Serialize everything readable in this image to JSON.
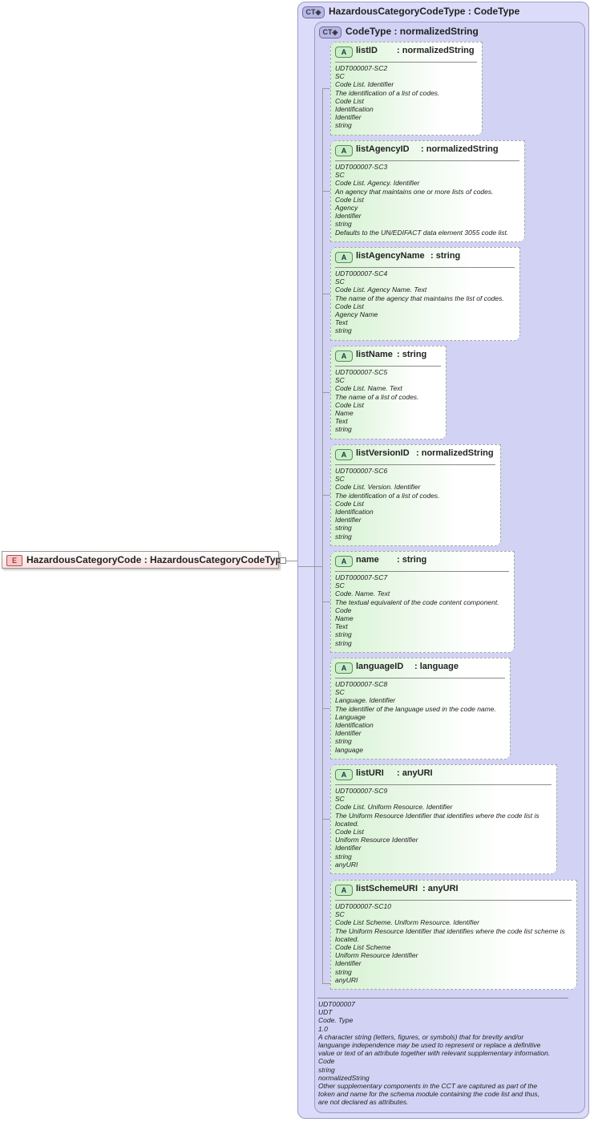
{
  "element": {
    "badge": "E",
    "name": "HazardousCategoryCode",
    "sep": " : ",
    "type": "HazardousCategoryCodeType"
  },
  "complex_type": {
    "badge": "CT",
    "name": "HazardousCategoryCodeType",
    "sep": " : ",
    "base": "CodeType"
  },
  "inner_type": {
    "badge": "CT",
    "name": "CodeType",
    "sep": " : ",
    "base": "normalizedString",
    "doc": [
      "UDT000007",
      "UDT",
      "Code. Type",
      "1.0",
      "A character string (letters, figures, or symbols) that for brevity and/or",
      "languange independence may be used to represent or replace a definitive",
      "value or text of an attribute together with relevant supplementary information.",
      "Code",
      "string",
      "normalizedString",
      "Other supplementary components in the CCT are captured as part of the",
      "token and name for the schema module containing the code list and thus,",
      "are not declared as attributes."
    ]
  },
  "attributes": [
    {
      "badge": "A",
      "name": "listID",
      "type": ": normalizedString",
      "doc": [
        "UDT000007-SC2",
        "SC",
        "Code List. Identifier",
        "The identification of a list of codes.",
        "Code List",
        "Identification",
        "Identifier",
        "string"
      ]
    },
    {
      "badge": "A",
      "name": "listAgencyID",
      "type": ": normalizedString",
      "doc": [
        "UDT000007-SC3",
        "SC",
        "Code List. Agency. Identifier",
        "An agency that maintains one or more lists of codes.",
        "Code List",
        "Agency",
        "Identifier",
        "string",
        "Defaults to the UN/EDIFACT data element 3055 code list."
      ]
    },
    {
      "badge": "A",
      "name": "listAgencyName",
      "type": ": string",
      "doc": [
        "UDT000007-SC4",
        "SC",
        "Code List. Agency Name. Text",
        "The name of the agency that maintains the list of codes.",
        "Code List",
        "Agency Name",
        "Text",
        "string"
      ]
    },
    {
      "badge": "A",
      "name": "listName",
      "type": ": string",
      "doc": [
        "UDT000007-SC5",
        "SC",
        "Code List. Name. Text",
        "The name of a list of codes.",
        "Code List",
        "Name",
        "Text",
        "string"
      ]
    },
    {
      "badge": "A",
      "name": "listVersionID",
      "type": ": normalizedString",
      "doc": [
        "UDT000007-SC6",
        "SC",
        "Code List. Version. Identifier",
        "The identification of a list of codes.",
        "Code List",
        "Identification",
        "Identifier",
        "string",
        "string"
      ]
    },
    {
      "badge": "A",
      "name": "name",
      "type": ": string",
      "doc": [
        "UDT000007-SC7",
        "SC",
        "Code. Name. Text",
        "The textual equivalent of the code content component.",
        "Code",
        "Name",
        "Text",
        "string",
        "string"
      ]
    },
    {
      "badge": "A",
      "name": "languageID",
      "type": ": language",
      "doc": [
        "UDT000007-SC8",
        "SC",
        "Language. Identifier",
        "The identifier of the language used in the code name.",
        "Language",
        "Identification",
        "Identifier",
        "string",
        "language"
      ]
    },
    {
      "badge": "A",
      "name": "listURI",
      "type": ": anyURI",
      "doc": [
        "UDT000007-SC9",
        "SC",
        "Code List. Uniform Resource. Identifier",
        "The Uniform Resource Identifier that identifies where the code list is located.",
        "Code List",
        "Uniform Resource Identifier",
        "Identifier",
        "string",
        "anyURI"
      ]
    },
    {
      "badge": "A",
      "name": "listSchemeURI",
      "type": ": anyURI",
      "doc": [
        "UDT000007-SC10",
        "SC",
        "Code List Scheme. Uniform Resource. Identifier",
        "The Uniform Resource Identifier that identifies where the code list scheme is located.",
        "Code List Scheme",
        "Uniform Resource Identifier",
        "Identifier",
        "string",
        "anyURI"
      ]
    }
  ]
}
